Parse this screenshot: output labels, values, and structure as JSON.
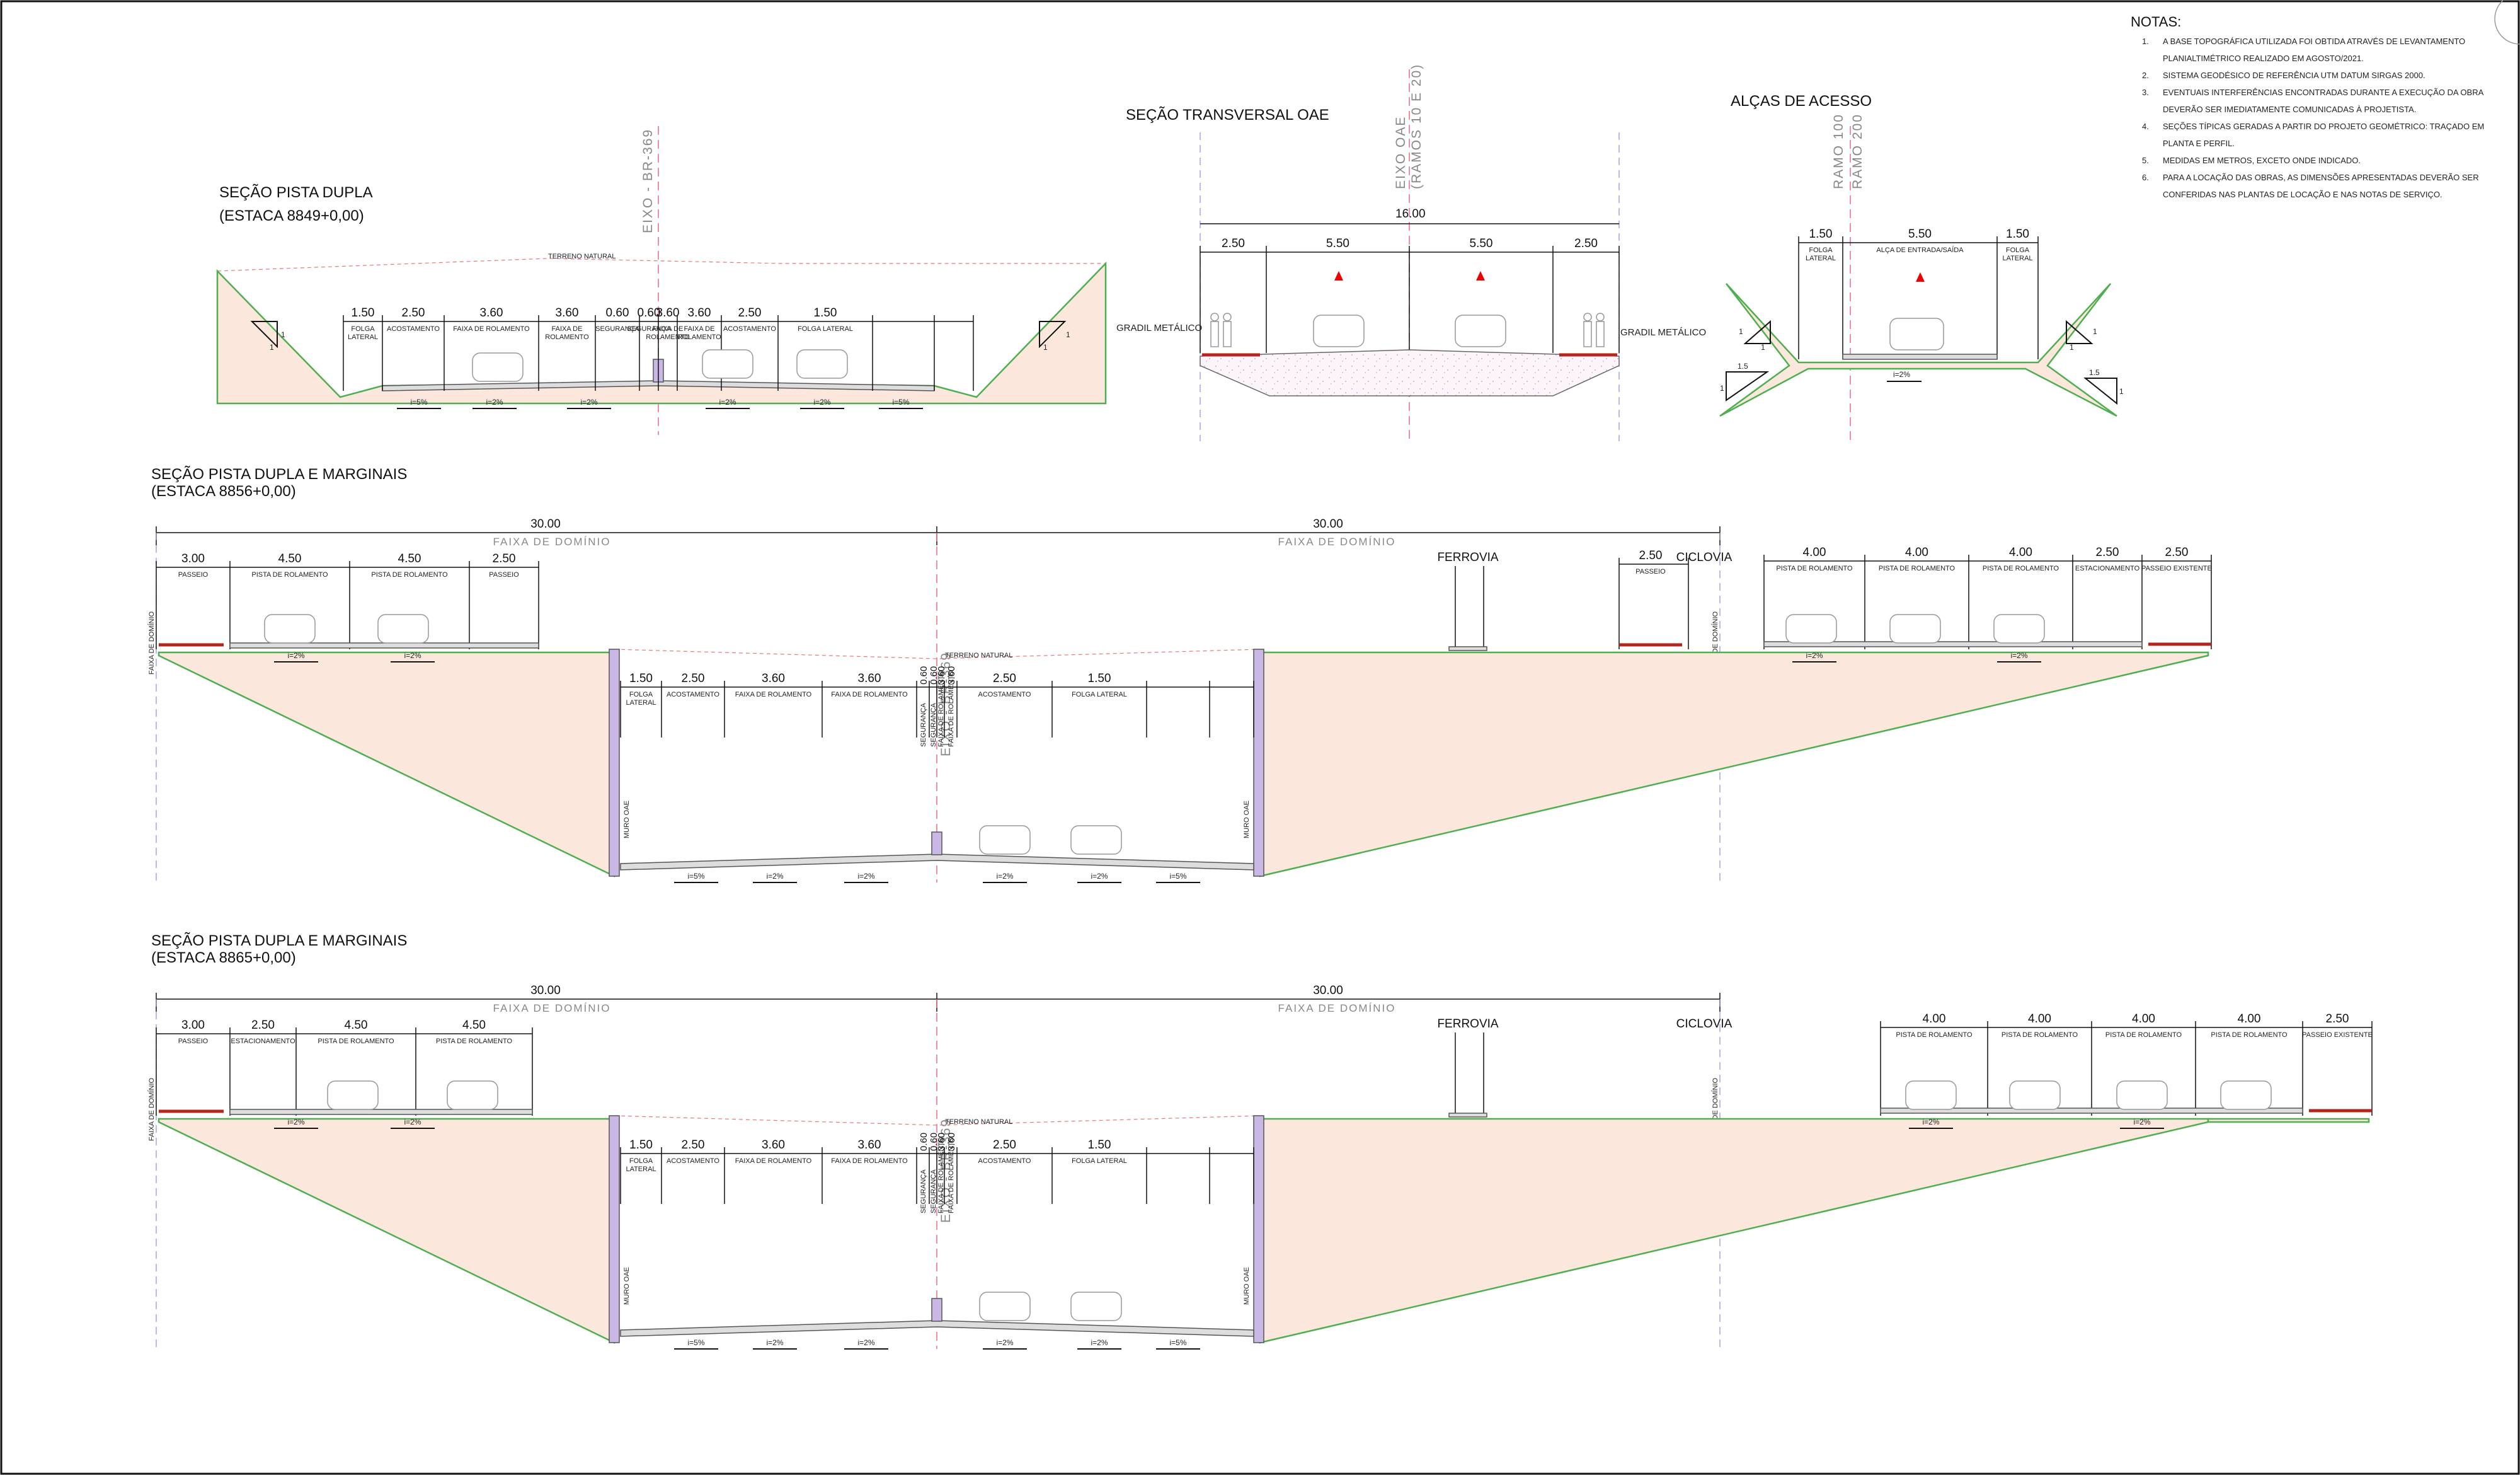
{
  "sheet": {
    "notes": {
      "heading": "NOTAS:",
      "items": [
        {
          "num": "1.",
          "lines": [
            "A BASE TOPOGRÁFICA UTILIZADA FOI OBTIDA ATRAVÉS DE LEVANTAMENTO",
            "PLANIALTIMÉTRICO REALIZADO EM AGOSTO/2021."
          ]
        },
        {
          "num": "2.",
          "lines": [
            "SISTEMA GEODÉSICO DE REFERÊNCIA UTM DATUM SIRGAS 2000."
          ]
        },
        {
          "num": "3.",
          "lines": [
            "EVENTUAIS INTERFERÊNCIAS ENCONTRADAS DURANTE A EXECUÇÃO DA OBRA",
            "DEVERÃO SER IMEDIATAMENTE COMUNICADAS À PROJETISTA."
          ]
        },
        {
          "num": "4.",
          "lines": [
            "SEÇÕES TÍPICAS GERADAS A PARTIR DO PROJETO GEOMÉTRICO: TRAÇADO EM",
            "PLANTA E PERFIL."
          ]
        },
        {
          "num": "5.",
          "lines": [
            "MEDIDAS EM METROS, EXCETO ONDE INDICADO."
          ]
        },
        {
          "num": "6.",
          "lines": [
            "PARA A LOCAÇÃO DAS OBRAS, AS DIMENSÕES APRESENTADAS DEVERÃO SER",
            "CONFERIDAS NAS PLANTAS DE LOCAÇÃO E NAS NOTAS DE SERVIÇO."
          ]
        }
      ]
    },
    "s1": {
      "title": "SEÇÃO PISTA DUPLA",
      "subtitle": "(ESTACA 8849+0,00)",
      "axis": "EIXO - BR-369",
      "ground": "TERRENO NATURAL",
      "dims": [
        "1.50",
        "2.50",
        "3.60",
        "3.60",
        "0.60",
        "0.60",
        "3.60",
        "3.60",
        "2.50",
        "1.50"
      ],
      "labels": [
        "FOLGA LATERAL",
        "ACOSTAMENTO",
        "FAIXA DE ROLAMENTO",
        "FAIXA DE ROLAMENTO",
        "SEGURANÇA",
        "SEGURANÇA",
        "FAIXA DE ROLAMENTO",
        "FAIXA DE ROLAMENTO",
        "ACOSTAMENTO",
        "FOLGA LATERAL"
      ],
      "slopes": [
        "i=5%",
        "i=2%",
        "i=2%",
        "i=2%",
        "i=2%",
        "i=5%"
      ],
      "taludes": [
        "1",
        "1",
        "1",
        "1"
      ]
    },
    "s2": {
      "title": "SEÇÃO TRANSVERSAL OAE",
      "axis": "EIXO OAE",
      "axis2": "(RAMOS 10 E 20)",
      "total": "16.00",
      "dims": [
        "2.50",
        "5.50",
        "5.50",
        "2.50"
      ],
      "left_label": "GRADIL METÁLICO",
      "right_label": "GRADIL METÁLICO"
    },
    "s3": {
      "title": "ALÇAS DE ACESSO",
      "axis1": "RAMO 100",
      "axis2": "RAMO 200",
      "dims": [
        "1.50",
        "5.50",
        "1.50"
      ],
      "labels": [
        "FOLGA LATERAL",
        "ALÇA DE ENTRADA/SAÍDA",
        "FOLGA LATERAL"
      ],
      "slope": "i=2%",
      "taludes": [
        "1",
        "1",
        "1.5",
        "1",
        "1",
        "1",
        "1.5",
        "1"
      ]
    },
    "s4": {
      "title": "SEÇÃO PISTA DUPLA E MARGINAIS",
      "subtitle": "(ESTACA 8856+0,00)",
      "dom_left": "30.00",
      "dom_right": "30.00",
      "faixa": "FAIXA DE DOMÍNIO",
      "faixa_v": "FAIXA DE DOMÍNIO",
      "axis": "EIXO - BR-369",
      "ground": "TERRENO NATURAL",
      "left_dims": [
        "3.00",
        "4.50",
        "4.50",
        "2.50"
      ],
      "left_labels": [
        "PASSEIO",
        "PISTA DE ROLAMENTO",
        "PISTA DE ROLAMENTO",
        "PASSEIO"
      ],
      "ferrovia": "FERROVIA",
      "ciclovia": "CICLOVIA",
      "cic_dim": "2.50",
      "cic_label": "PASSEIO",
      "right_dims": [
        "4.00",
        "4.00",
        "4.00",
        "2.50",
        "2.50"
      ],
      "right_labels": [
        "PISTA DE ROLAMENTO",
        "PISTA DE ROLAMENTO",
        "PISTA DE ROLAMENTO",
        "ESTACIONAMENTO",
        "PASSEIO EXISTENTE"
      ],
      "center_dims": [
        "1.50",
        "2.50",
        "3.60",
        "3.60",
        "0.60",
        "0.60",
        "3.60",
        "3.60",
        "2.50",
        "1.50"
      ],
      "center_labels": [
        "FOLGA LATERAL",
        "ACOSTAMENTO",
        "FAIXA DE ROLAMENTO",
        "FAIXA DE ROLAMENTO",
        "SEGURANÇA",
        "SEGURANÇA",
        "FAIXA DE ROLAMENTO",
        "FAIXA DE ROLAMENTO",
        "ACOSTAMENTO",
        "FOLGA LATERAL"
      ],
      "muro": "MURO OAE",
      "slopes_left": [
        "i=2%",
        "i=2%"
      ],
      "slopes_right": [
        "i=2%",
        "i=2%"
      ],
      "slopes_center": [
        "i=5%",
        "i=2%",
        "i=2%",
        "i=2%",
        "i=2%",
        "i=5%"
      ]
    },
    "s5": {
      "title": "SEÇÃO PISTA DUPLA E MARGINAIS",
      "subtitle": "(ESTACA 8865+0,00)",
      "dom_left": "30.00",
      "dom_right": "30.00",
      "faixa": "FAIXA DE DOMÍNIO",
      "faixa_v": "FAIXA DE DOMÍNIO",
      "axis": "EIXO - BR-369",
      "ground": "TERRENO NATURAL",
      "left_dims": [
        "3.00",
        "2.50",
        "4.50",
        "4.50"
      ],
      "left_labels": [
        "PASSEIO",
        "ESTACIONAMENTO",
        "PISTA DE ROLAMENTO",
        "PISTA DE ROLAMENTO"
      ],
      "ferrovia": "FERROVIA",
      "ciclovia": "CICLOVIA",
      "right_dims": [
        "4.00",
        "4.00",
        "4.00",
        "4.00",
        "2.50"
      ],
      "right_labels": [
        "PISTA DE ROLAMENTO",
        "PISTA DE ROLAMENTO",
        "PISTA DE ROLAMENTO",
        "PISTA DE ROLAMENTO",
        "PASSEIO EXISTENTE"
      ],
      "center_dims": [
        "1.50",
        "2.50",
        "3.60",
        "3.60",
        "0.60",
        "0.60",
        "3.60",
        "3.60",
        "2.50",
        "1.50"
      ],
      "center_labels": [
        "FOLGA LATERAL",
        "ACOSTAMENTO",
        "FAIXA DE ROLAMENTO",
        "FAIXA DE ROLAMENTO",
        "SEGURANÇA",
        "SEGURANÇA",
        "FAIXA DE ROLAMENTO",
        "FAIXA DE ROLAMENTO",
        "ACOSTAMENTO",
        "FOLGA LATERAL"
      ],
      "muro": "MURO OAE",
      "slopes_left": [
        "i=2%",
        "i=2%"
      ],
      "slopes_right": [
        "i=2%",
        "i=2%"
      ],
      "slopes_center": [
        "i=5%",
        "i=2%",
        "i=2%",
        "i=2%",
        "i=2%",
        "i=5%"
      ]
    }
  }
}
